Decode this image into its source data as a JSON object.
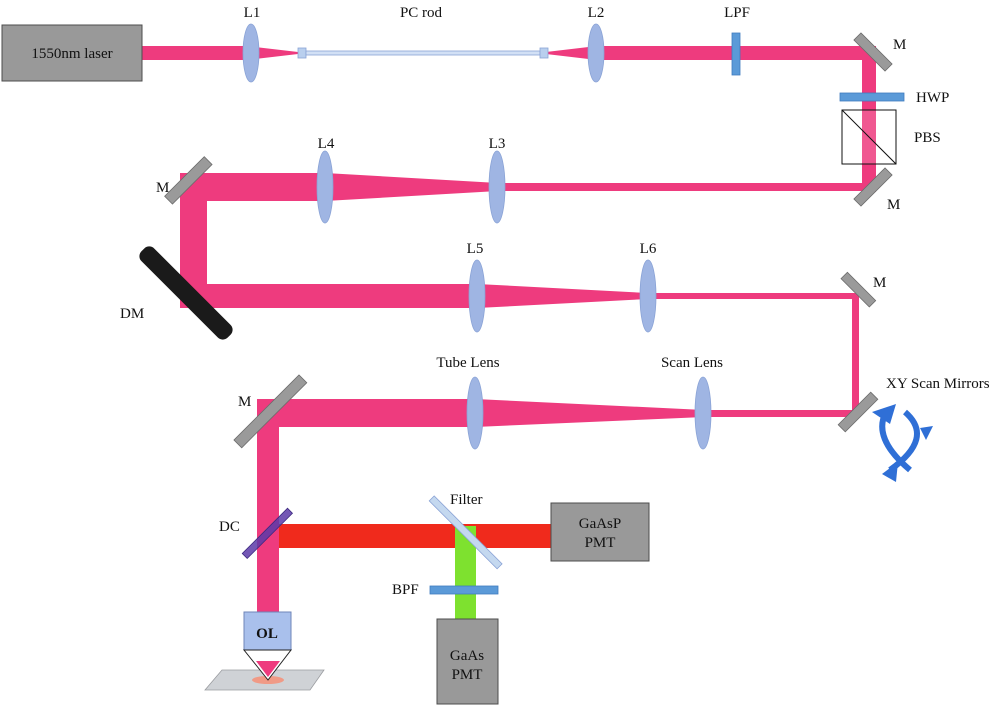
{
  "labels": {
    "laser": "1550nm laser",
    "l1": "L1",
    "pc_rod": "PC  rod",
    "l2": "L2",
    "lpf": "LPF",
    "m1": "M",
    "hwp": "HWP",
    "pbs": "PBS",
    "m2": "M",
    "l3": "L3",
    "l4": "L4",
    "m3": "M",
    "dm": "DM",
    "l5": "L5",
    "l6": "L6",
    "m4": "M",
    "xy_scan": "XY Scan Mirrors",
    "scan_lens": "Scan Lens",
    "tube_lens": "Tube Lens",
    "m5": "M",
    "dc": "DC",
    "filter": "Filter",
    "gaasp_line1": "GaAsP",
    "gaasp_line2": "PMT",
    "bpf": "BPF",
    "gaas_line1": "GaAs",
    "gaas_line2": "PMT",
    "ol": "OL"
  },
  "colors": {
    "pump_beam": "#ee3b7e",
    "red_signal": "#f02a1c",
    "green_signal": "#7ee12f",
    "lens": "#9fb5e3",
    "mirror": "#9a9a9a",
    "box": "#999999",
    "dichroic_mirror": "#1a1a1a",
    "scan_arrows": "#2f6fd6"
  }
}
